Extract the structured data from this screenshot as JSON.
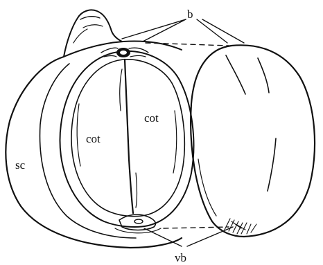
{
  "labels": {
    "b": "b",
    "cot_left": "cot",
    "cot_right": "cot",
    "sc": "sc",
    "vb": "vb"
  },
  "colors": {
    "ink": "#111111",
    "paper": "#ffffff"
  }
}
